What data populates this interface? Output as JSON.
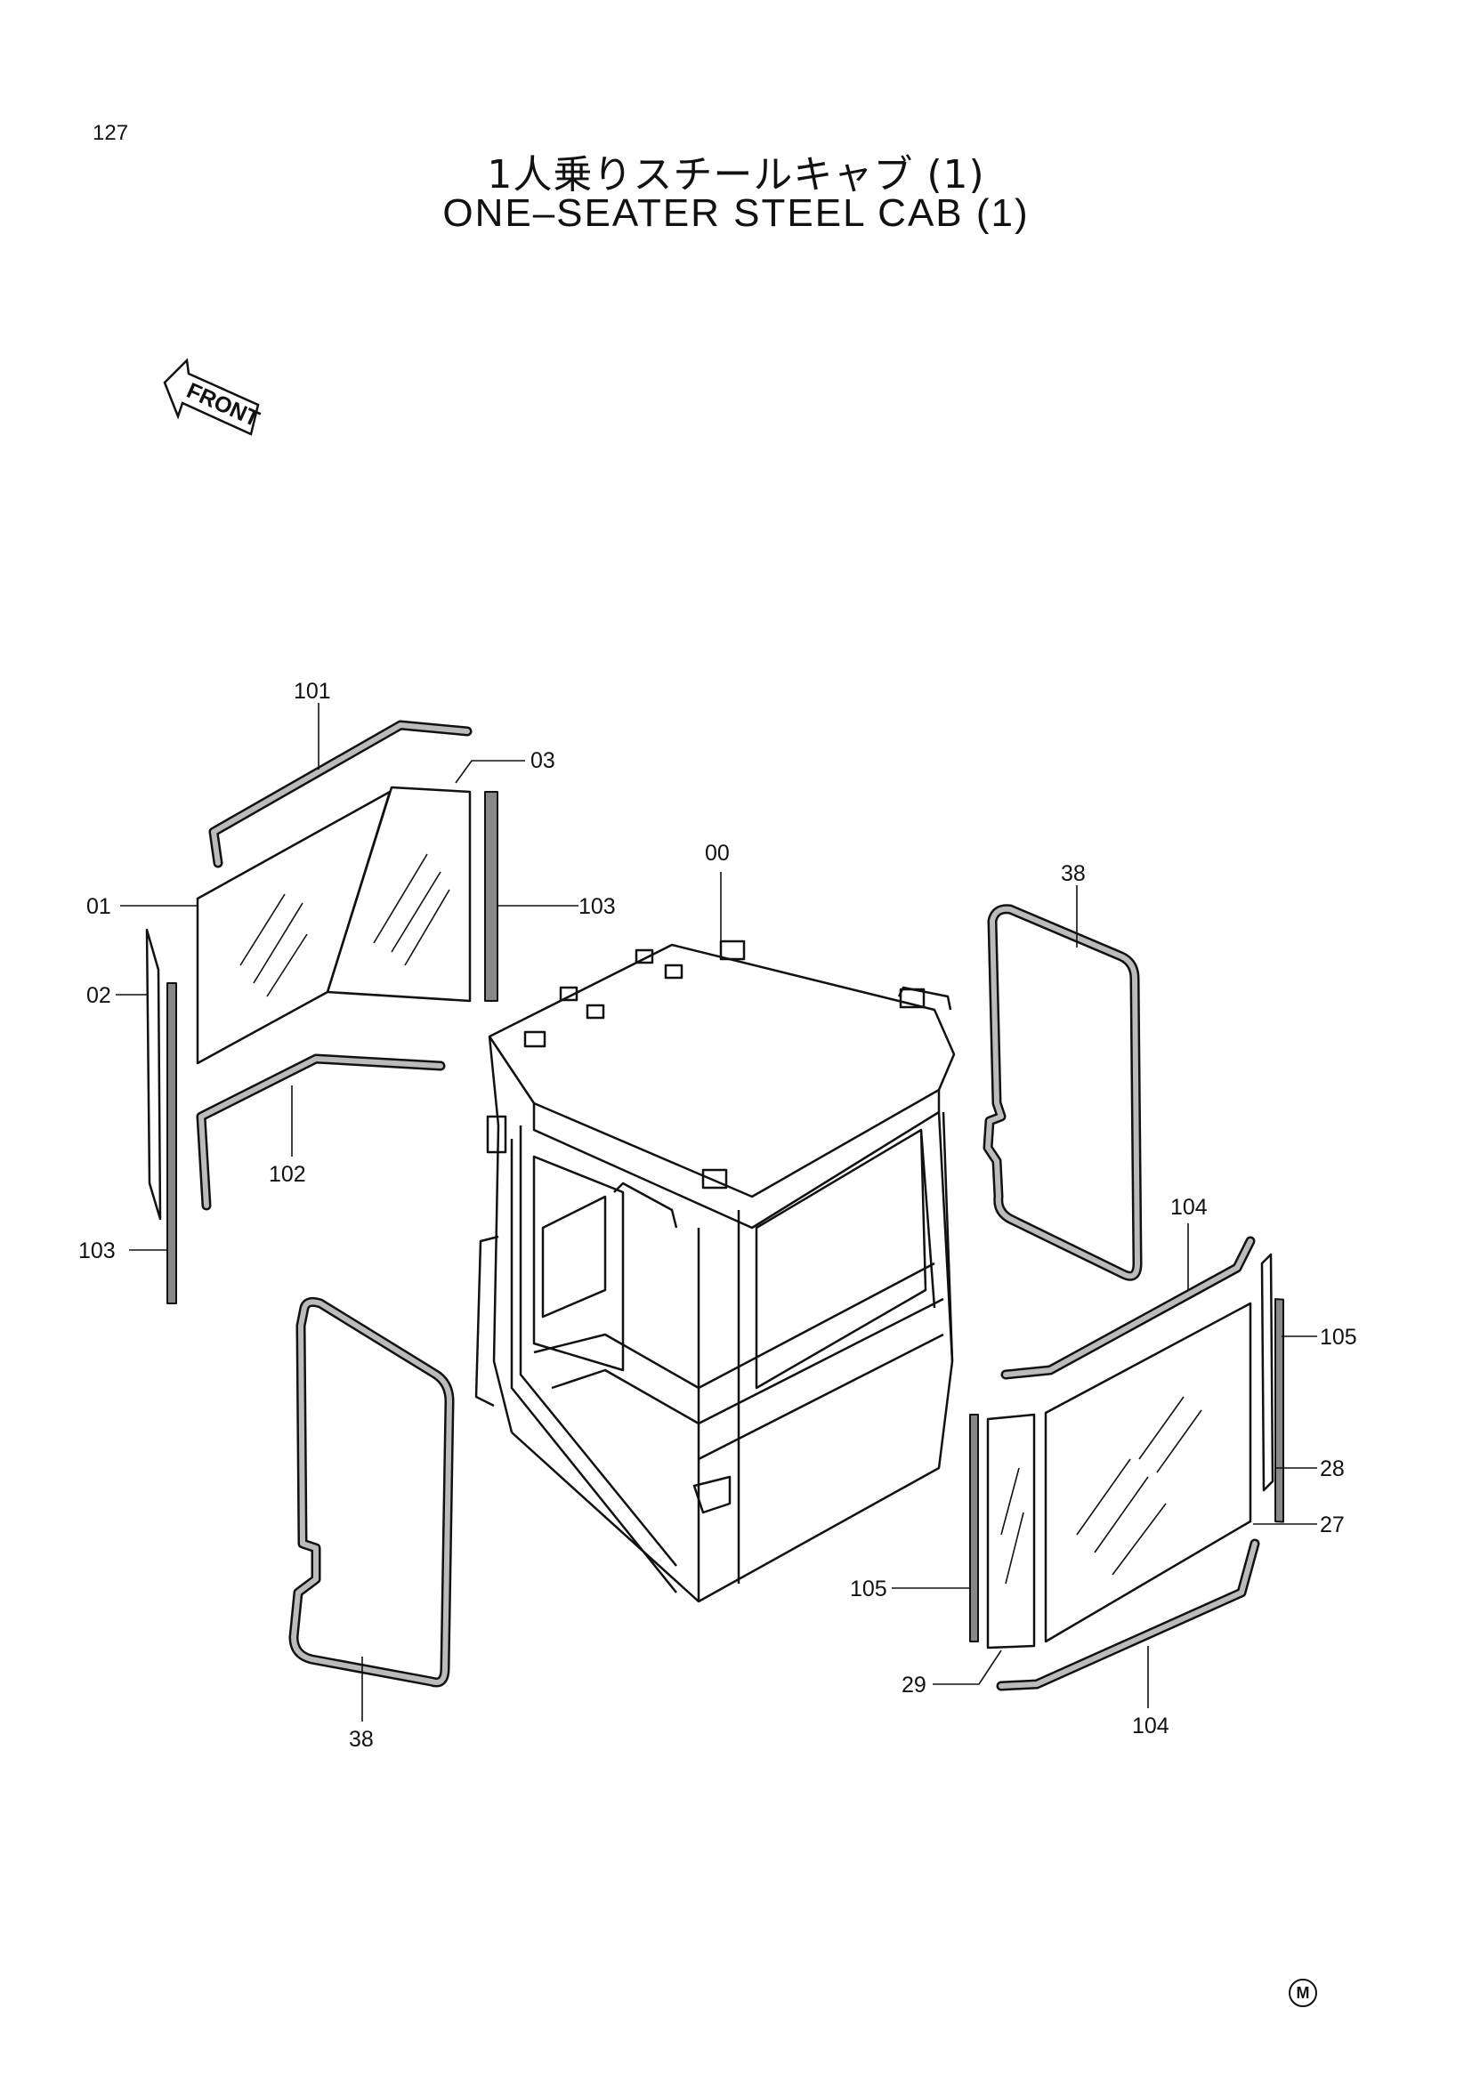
{
  "page_number": "127",
  "title_jp": "1人乗りスチールキャブ (1)",
  "title_en": "ONE–SEATER STEEL CAB (1)",
  "front_label": "FRONT",
  "callouts": {
    "c101": "101",
    "c03": "03",
    "c00": "00",
    "c01": "01",
    "c103a": "103",
    "c38a": "38",
    "c02": "02",
    "c102": "102",
    "c103b": "103",
    "c104a": "104",
    "c105a": "105",
    "c28": "28",
    "c27": "27",
    "c105b": "105",
    "c29": "29",
    "c38b": "38",
    "c104b": "104"
  },
  "footer_mark": "M"
}
